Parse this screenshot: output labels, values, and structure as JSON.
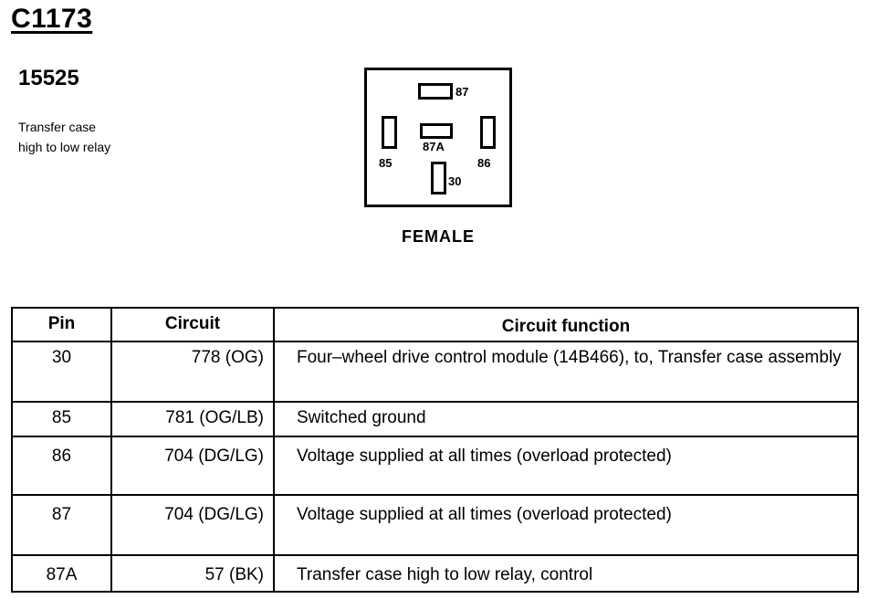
{
  "connector_id": "C1173",
  "part_number": "15525",
  "description": [
    "Transfer case",
    "high to low relay"
  ],
  "connector_view": {
    "gender": "FEMALE",
    "pins": [
      "87",
      "87A",
      "85",
      "86",
      "30"
    ]
  },
  "table": {
    "headers": {
      "pin": "Pin",
      "circuit": "Circuit",
      "function": "Circuit function"
    },
    "rows": [
      {
        "pin": "30",
        "circuit": "778 (OG)",
        "function": "Four–wheel drive control module (14B466), to, Transfer case assembly"
      },
      {
        "pin": "85",
        "circuit": "781 (OG/LB)",
        "function": "Switched ground"
      },
      {
        "pin": "86",
        "circuit": "704 (DG/LG)",
        "function": "Voltage supplied at all times (overload protected)"
      },
      {
        "pin": "87",
        "circuit": "704 (DG/LG)",
        "function": "Voltage supplied at all times (overload protected)"
      },
      {
        "pin": "87A",
        "circuit": "57 (BK)",
        "function": "Transfer case high to low relay, control"
      }
    ]
  }
}
